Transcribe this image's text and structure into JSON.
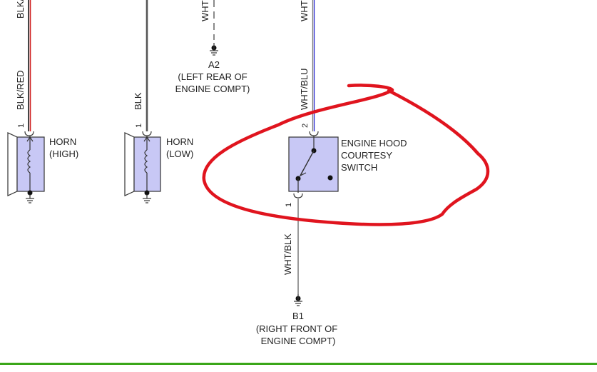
{
  "wires": {
    "blk_red_top": "BLK/",
    "blk_red": "BLK/RED",
    "blk": "BLK",
    "wht_top_left": "WHT",
    "wht_top_right": "WHT",
    "wht_blu": "WHT/BLU",
    "wht_blk": "WHT/BLK"
  },
  "pins": {
    "horn_high": "1",
    "horn_low": "1",
    "switch_top": "2",
    "switch_bottom": "1"
  },
  "grounds": {
    "a2": {
      "id": "A2",
      "line1": "(LEFT REAR OF",
      "line2": "ENGINE COMPT)"
    },
    "b1": {
      "id": "B1",
      "line1": "(RIGHT FRONT OF",
      "line2": "ENGINE COMPT)"
    }
  },
  "components": {
    "horn_high": {
      "line1": "HORN",
      "line2": "(HIGH)"
    },
    "horn_low": {
      "line1": "HORN",
      "line2": "(LOW)"
    },
    "hood_switch": {
      "line1": "ENGINE HOOD",
      "line2": "COURTESY",
      "line3": "SWITCH"
    }
  },
  "colors": {
    "component_fill": "#c8c8f5",
    "wire_red": "#d02020",
    "wire_blue": "#2020d0",
    "wire_gray": "#9a9a9a",
    "annotation_red": "#e0141e",
    "bottom_bar": "#3aa619"
  }
}
